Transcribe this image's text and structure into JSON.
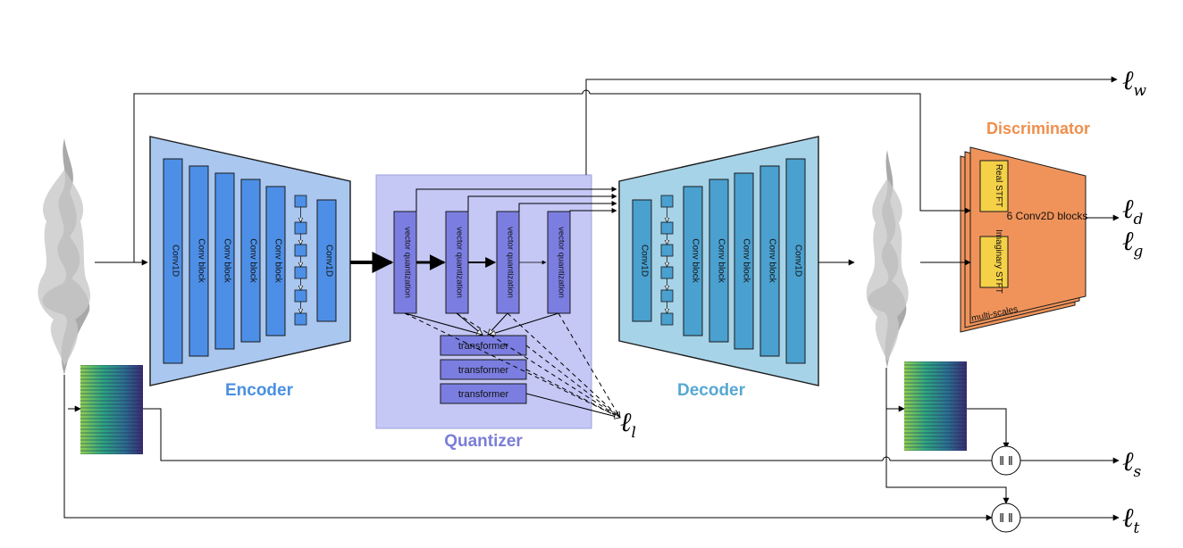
{
  "encoder": {
    "title": "Encoder",
    "layers": [
      "Conv1D",
      "Conv block",
      "Conv block",
      "Conv block",
      "Conv block",
      "Conv1D"
    ]
  },
  "quantizer": {
    "title": "Quantizer",
    "vq_label": "vector quantization",
    "transformers": [
      "transformer",
      "transformer",
      "transformer"
    ]
  },
  "decoder": {
    "title": "Decoder",
    "layers": [
      "Conv1D",
      "Conv block",
      "Conv block",
      "Conv block",
      "Conv block",
      "Conv1D"
    ]
  },
  "discriminator": {
    "title": "Discriminator",
    "real": "Real STFT",
    "imag": "Imaginary STFT",
    "blocks": "6 Conv2D blocks",
    "caption": "multi-scales"
  },
  "losses": {
    "w": {
      "main": "ℓ",
      "sub": "w"
    },
    "d": {
      "main": "ℓ",
      "sub": "d"
    },
    "g": {
      "main": "ℓ",
      "sub": "g"
    },
    "l": {
      "main": "ℓ",
      "sub": "l"
    },
    "s": {
      "main": "ℓ",
      "sub": "s"
    },
    "t": {
      "main": "ℓ",
      "sub": "t"
    }
  },
  "norm_symbol": "‖ ‖",
  "colors": {
    "encoder_fill": "#a9c7ef",
    "encoder_block": "#4d8fe6",
    "encoder_title": "#4a90e2",
    "quantizer_fill": "#c5c7f5",
    "quantizer_block": "#7b7ee0",
    "quantizer_title": "#7b7ed6",
    "decoder_fill": "#a7d3e8",
    "decoder_block": "#4aa0cf",
    "decoder_title": "#57a8d4",
    "disc_fill": "#f0935a",
    "disc_inner": "#f5d148",
    "disc_title": "#ee8f4d"
  }
}
